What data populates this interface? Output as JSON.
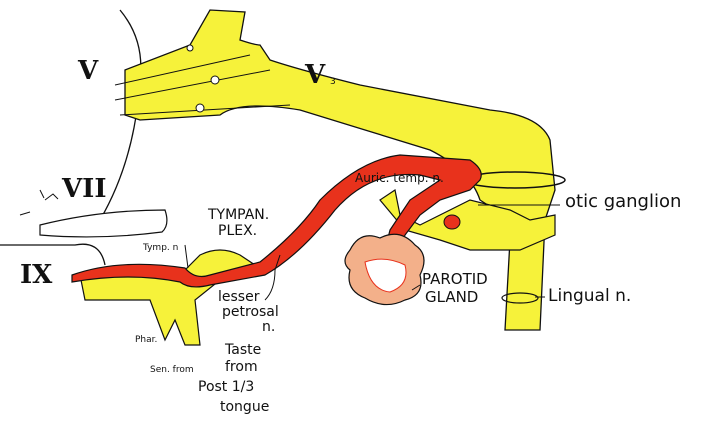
{
  "colors": {
    "nerve_yellow": "#f6f23a",
    "parasympathetic_red": "#e8321c",
    "outline": "#111111",
    "gland": "#e07a5a"
  },
  "labels": {
    "cn5": "V",
    "v3": "V",
    "v3_sub": "3",
    "cn7": "VII",
    "cn9": "IX",
    "tymp_n": "Tymp. n",
    "tympan_plex_1": "TYMPAN.",
    "tympan_plex_2": "PLEX.",
    "lesser_petrosal_1": "lesser",
    "lesser_petrosal_2": "petrosal",
    "lesser_petrosal_3": "n.",
    "auric_temp": "Auric. temp. n.",
    "otic_ganglion": "otic ganglion",
    "parotid_1": "PAROTID",
    "parotid_2": "GLAND",
    "lingual": "Lingual n.",
    "phar": "Phar.",
    "sen_from": "Sen. from",
    "taste_1": "Taste",
    "taste_2": "from",
    "taste_3": "Post 1/3",
    "taste_4": "tongue"
  }
}
